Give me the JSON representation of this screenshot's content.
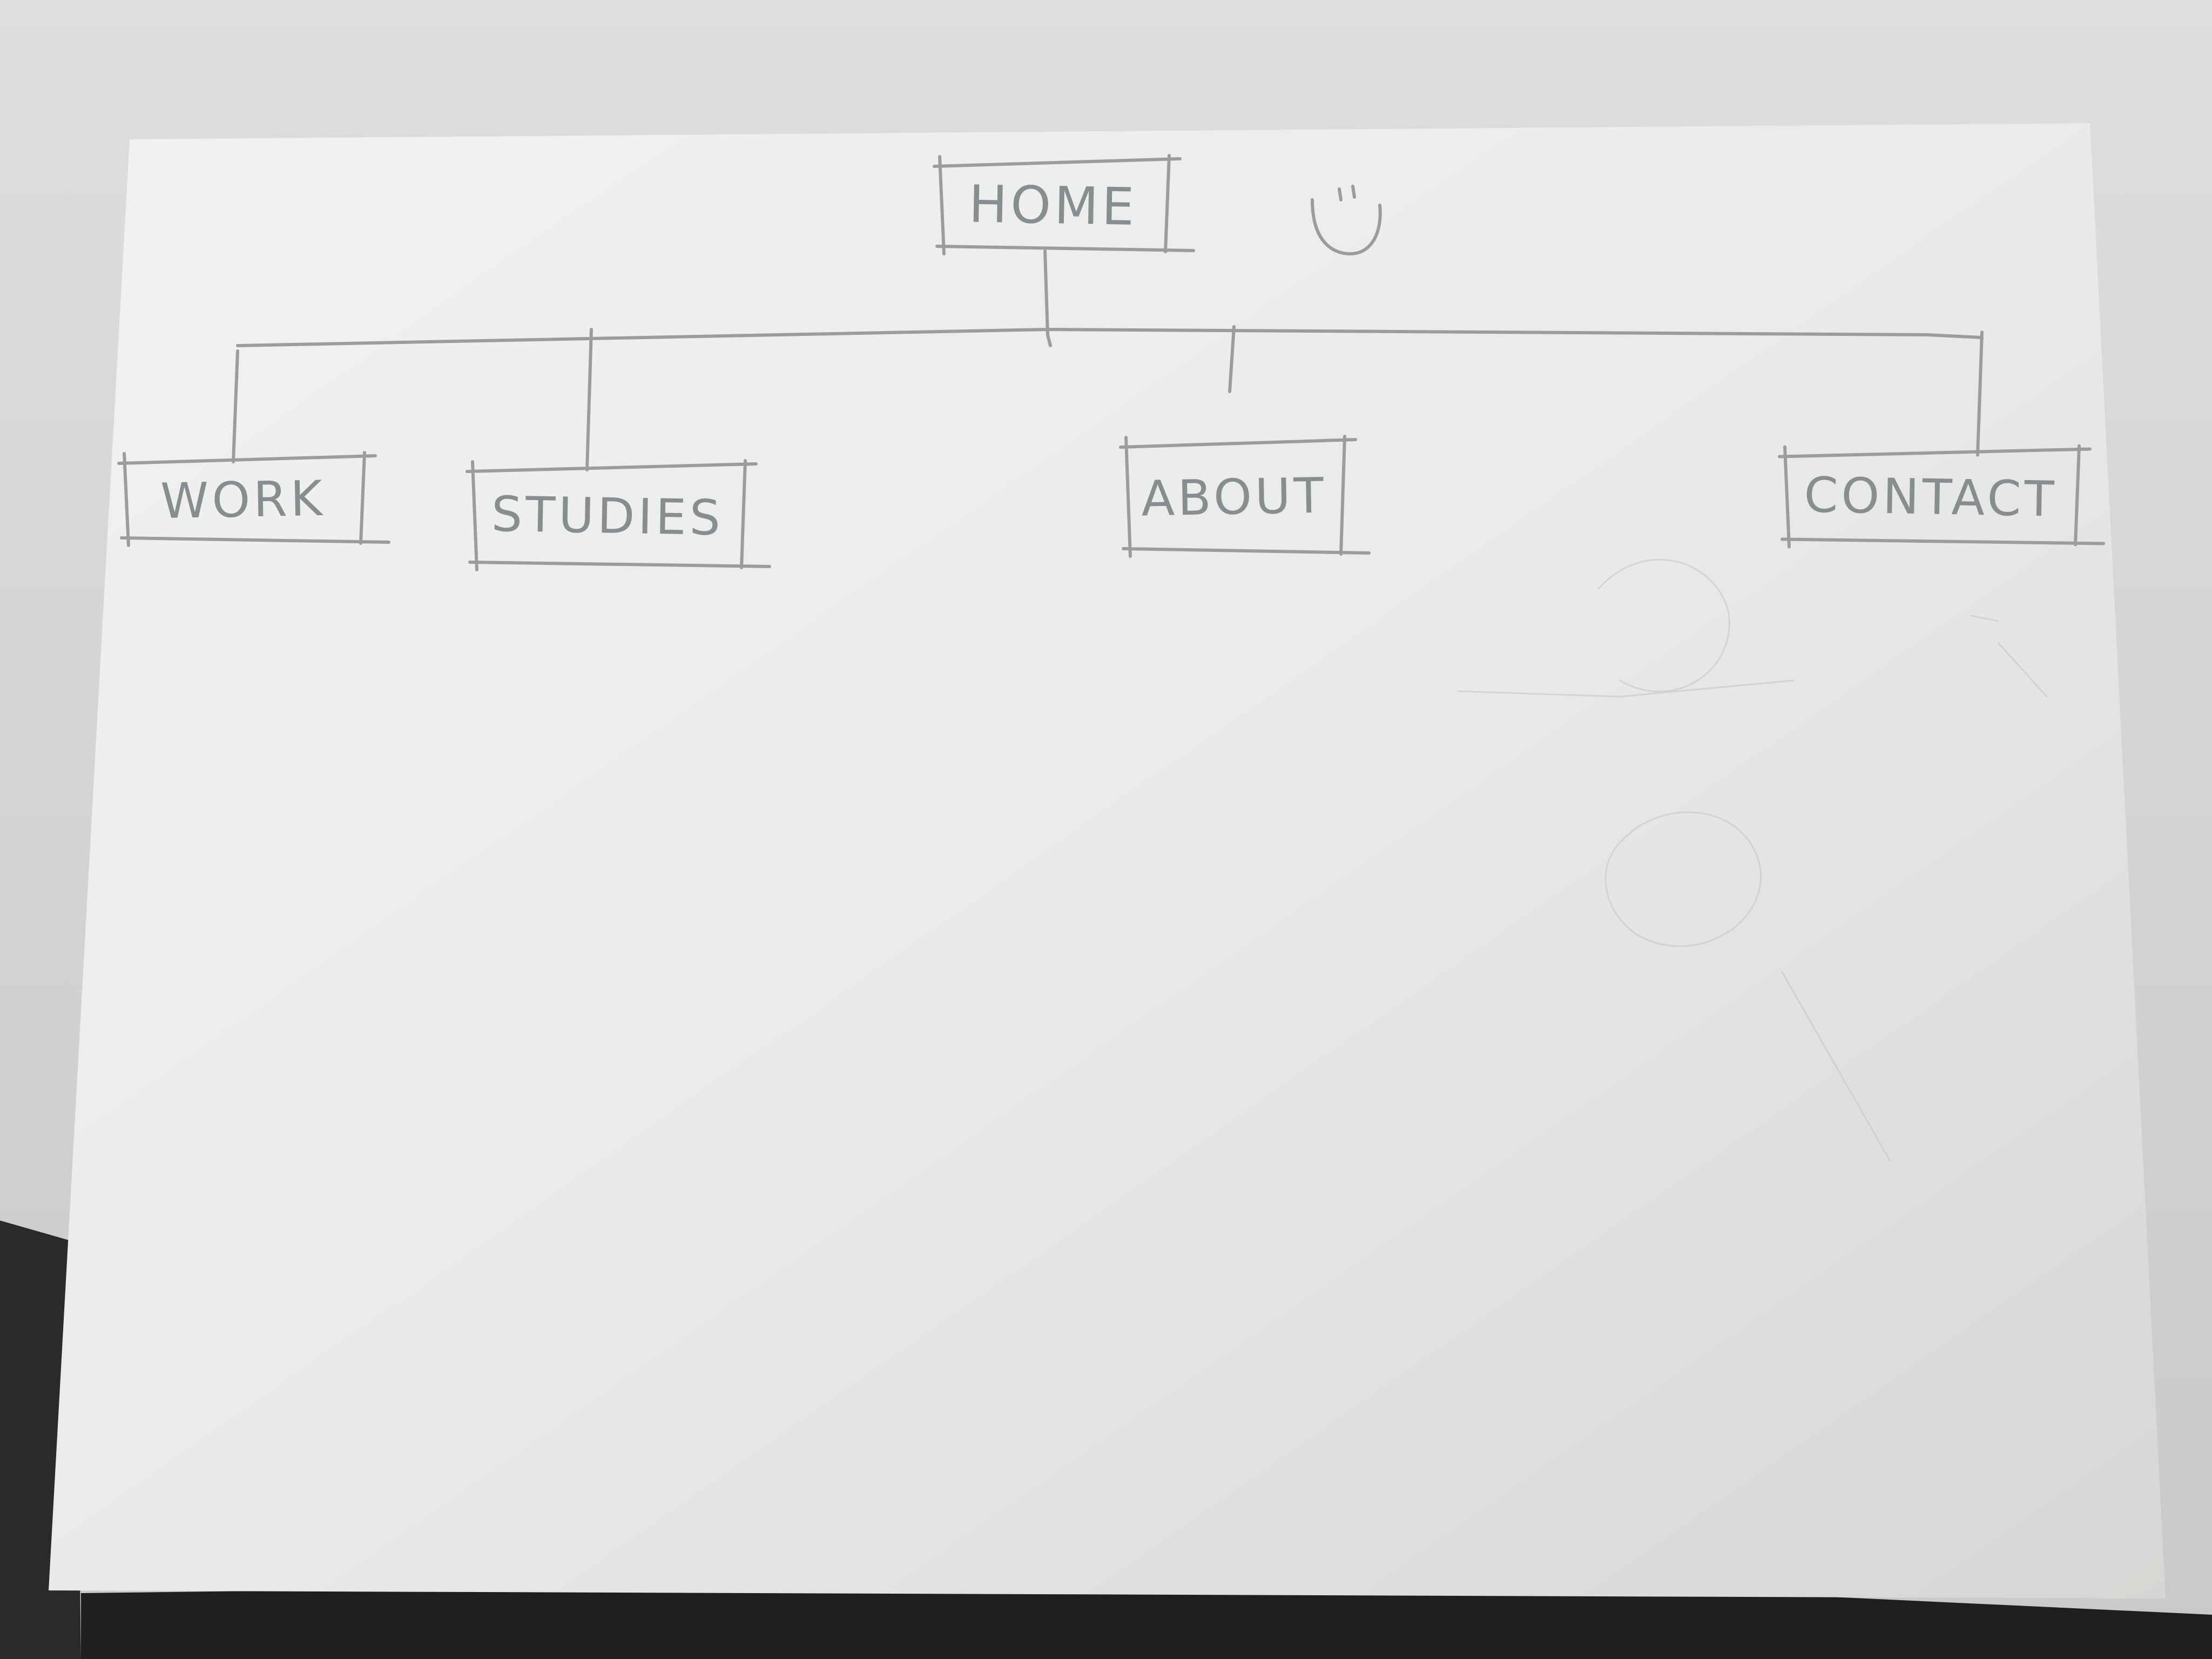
{
  "diagram": {
    "root": {
      "id": "home",
      "label": "HOME"
    },
    "children": [
      {
        "id": "work",
        "label": "WORK"
      },
      {
        "id": "studies",
        "label": "STUDIES"
      },
      {
        "id": "about",
        "label": "ABOUT"
      },
      {
        "id": "contact",
        "label": "CONTACT"
      }
    ],
    "edges": [
      {
        "from": "home",
        "to": "work"
      },
      {
        "from": "home",
        "to": "studies"
      },
      {
        "from": "home",
        "to": "about"
      },
      {
        "from": "home",
        "to": "contact"
      }
    ],
    "doodle": "smiley-icon"
  },
  "colors": {
    "paper": "#eef0ef",
    "desk": "#d3d5d6",
    "pencil": "#8a8d90",
    "shadow": "#1e1e20"
  }
}
